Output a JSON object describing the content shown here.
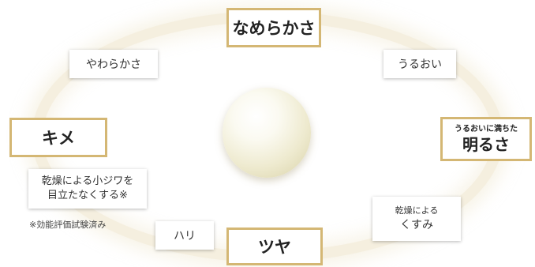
{
  "center": {
    "label": ""
  },
  "main_labels": {
    "smoothness": "なめらかさ",
    "texture": "キメ",
    "brightness_small": "うるおいに満ちた",
    "brightness": "明るさ",
    "gloss": "ツヤ"
  },
  "sub_labels": {
    "softness": "やわらかさ",
    "moisture": "うるおい",
    "wrinkle_line1": "乾燥による小ジワを",
    "wrinkle_line2": "目立たなくする※",
    "dullness_line1": "乾燥による",
    "dullness_line2": "くすみ",
    "firmness": "ハリ"
  },
  "footnote": "※効能評価試験済み"
}
